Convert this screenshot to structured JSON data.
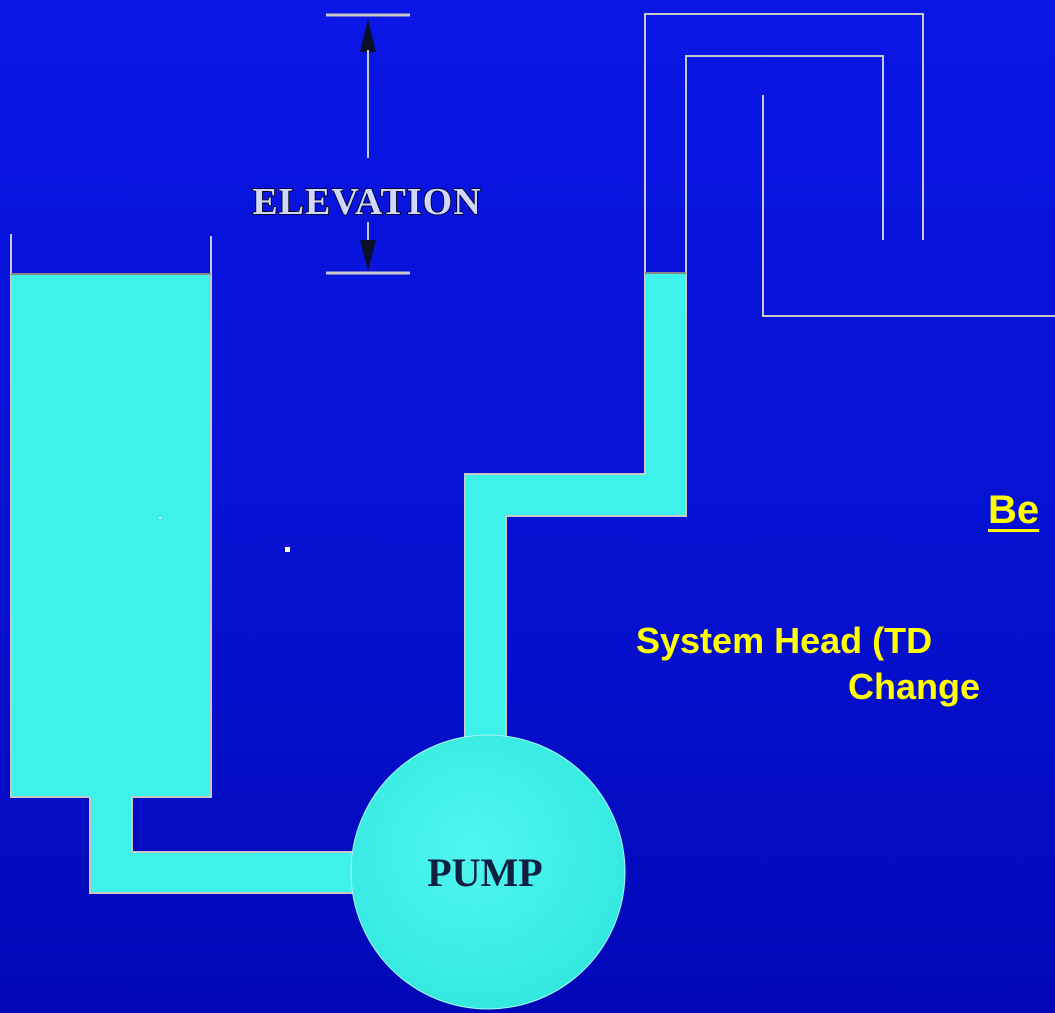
{
  "diagram": {
    "elevation_label": "ELEVATION",
    "pump_label": "PUMP"
  },
  "slide": {
    "heading": "Be",
    "line1": "System Head (TD",
    "line2": "Change"
  },
  "colors": {
    "background": "#0611d2",
    "water": "#3cf2ea",
    "pipe_wall": "#c8c8c8",
    "text_accent": "#ffff00"
  }
}
